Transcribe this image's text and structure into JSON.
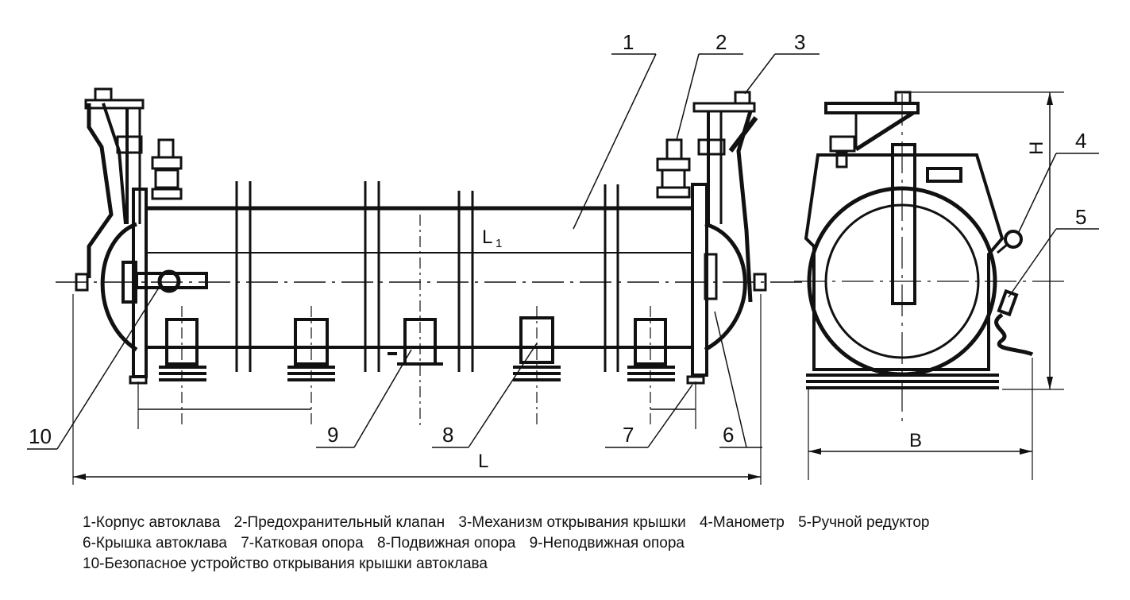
{
  "callouts": {
    "c1": "1",
    "c2": "2",
    "c3": "3",
    "c4": "4",
    "c5": "5",
    "c6": "6",
    "c7": "7",
    "c8": "8",
    "c9": "9",
    "c10": "10"
  },
  "dimensions": {
    "L": "L",
    "L1": "L",
    "L1_sub": "1",
    "B": "B",
    "H": "H"
  },
  "legend": {
    "rows": [
      [
        "1-Корпус автоклава",
        "2-Предохранительный клапан",
        "3-Механизм открывания крышки",
        "4-Манометр",
        "5-Ручной редуктор"
      ],
      [
        "6-Крышка автоклава",
        "7-Катковая опора",
        "8-Подвижная опора",
        "9-Неподвижная опора"
      ],
      [
        "10-Безопасное устройство открывания крышки автоклава"
      ]
    ]
  },
  "style": {
    "line_color": "#111111",
    "background": "#ffffff"
  }
}
